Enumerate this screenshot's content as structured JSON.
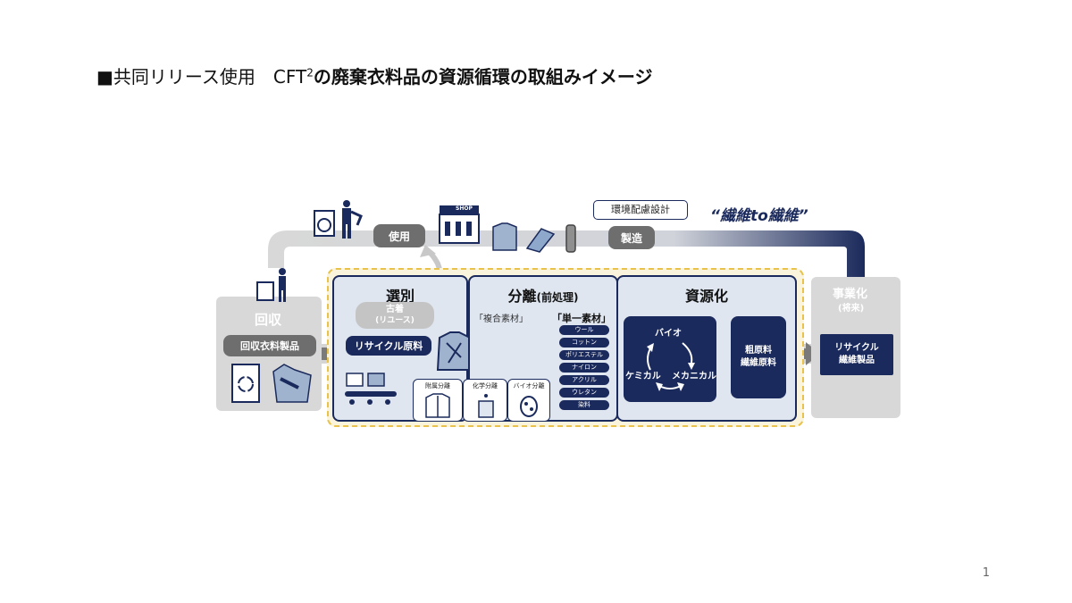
{
  "title": {
    "prefix": "■共同リリース使用　CFT",
    "sup": "2",
    "main": "の廃棄衣料品の資源循環の取組みイメージ"
  },
  "slogan": "“繊維to繊維”",
  "top_flow": {
    "design_label": "環境配慮設計",
    "manufacturing": "製造",
    "use": "使用",
    "shop_sign": "SHOP"
  },
  "collection": {
    "title": "回収",
    "item": "回収衣料製品"
  },
  "sorting": {
    "title": "選別",
    "secondhand": "古着",
    "reuse": "(リユース)",
    "recycle_material": "リサイクル原料"
  },
  "separation": {
    "title": "分離",
    "title_suffix": "(前処理)",
    "composite": "「複合素材」",
    "single": "「単一素材」",
    "materials": [
      "ウール",
      "コットン",
      "ポリエステル",
      "ナイロン",
      "アクリル",
      "ウレタン",
      "染料"
    ],
    "methods": [
      "附属分離",
      "化学分離",
      "バイオ分離"
    ]
  },
  "resource": {
    "title": "資源化",
    "cycle": [
      "バイオ",
      "ケミカル",
      "メカニカル"
    ],
    "raw_line1": "粗原料",
    "raw_line2": "繊維原料"
  },
  "business": {
    "title": "事業化",
    "future": "(将来)",
    "product_line1": "リサイクル",
    "product_line2": "繊維製品"
  },
  "page_number": "1",
  "colors": {
    "navy": "#1b2a5c",
    "grey_pill": "#6e6e6e",
    "panel_fill": "#dfe6f0",
    "dashed_border": "#e8c24a",
    "grey_band": "#d5d5d5"
  }
}
